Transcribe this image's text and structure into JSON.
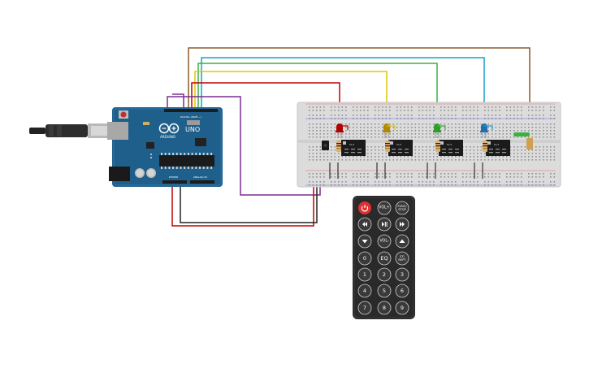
{
  "arduino": {
    "brand_label": "UNO",
    "maker_label": "ARDUINO",
    "digital_header_label": "DIGITAL (PWM ~)",
    "power_label": "POWER",
    "analog_label": "ANALOG IN"
  },
  "colors": {
    "board_blue": "#1f5f8b",
    "breadboard": "#dcdcdc",
    "wire_brown": "#8b5a2b",
    "wire_cyan": "#1aa0c8",
    "wire_green": "#3cb043",
    "wire_yellow": "#e0c800",
    "wire_red": "#c00000",
    "wire_purple": "#7a2d8f",
    "led_red": "#b00000",
    "led_yellow": "#b08a00",
    "led_green": "#2aa02a",
    "led_blue": "#1f6fb0",
    "remote_body": "#2a2a2a",
    "power_button": "#e03030"
  },
  "relays": [
    {
      "label": "5V/5"
    },
    {
      "label": "5V/5"
    },
    {
      "label": "5V/5"
    },
    {
      "label": "5V/5"
    }
  ],
  "remote": {
    "buttons": [
      {
        "label": "",
        "icon": "power-icon"
      },
      {
        "label": "VOL+",
        "icon": ""
      },
      {
        "label": "FUNC/ STOP",
        "icon": ""
      },
      {
        "label": "",
        "icon": "rewind-icon"
      },
      {
        "label": "",
        "icon": "play-pause-icon"
      },
      {
        "label": "",
        "icon": "fast-forward-icon"
      },
      {
        "label": "",
        "icon": "down-icon"
      },
      {
        "label": "VOL-",
        "icon": ""
      },
      {
        "label": "",
        "icon": "up-icon"
      },
      {
        "label": "0",
        "icon": ""
      },
      {
        "label": "EQ",
        "icon": ""
      },
      {
        "label": "ST/ REPT",
        "icon": ""
      },
      {
        "label": "1",
        "icon": ""
      },
      {
        "label": "2",
        "icon": ""
      },
      {
        "label": "3",
        "icon": ""
      },
      {
        "label": "4",
        "icon": ""
      },
      {
        "label": "5",
        "icon": ""
      },
      {
        "label": "6",
        "icon": ""
      },
      {
        "label": "7",
        "icon": ""
      },
      {
        "label": "8",
        "icon": ""
      },
      {
        "label": "9",
        "icon": ""
      }
    ]
  }
}
